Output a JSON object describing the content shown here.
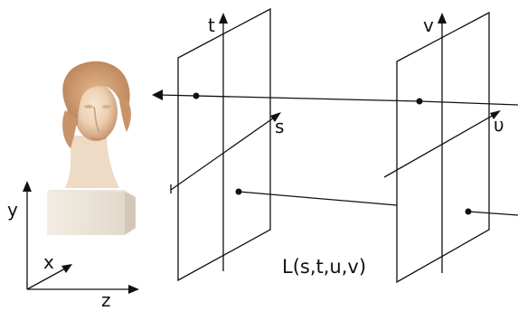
{
  "diagram": {
    "labels": {
      "t": "t",
      "s": "s",
      "v": "v",
      "u": "υ",
      "y": "y",
      "x": "x",
      "z": "z",
      "formula": "L(s,t,u,v)"
    }
  }
}
